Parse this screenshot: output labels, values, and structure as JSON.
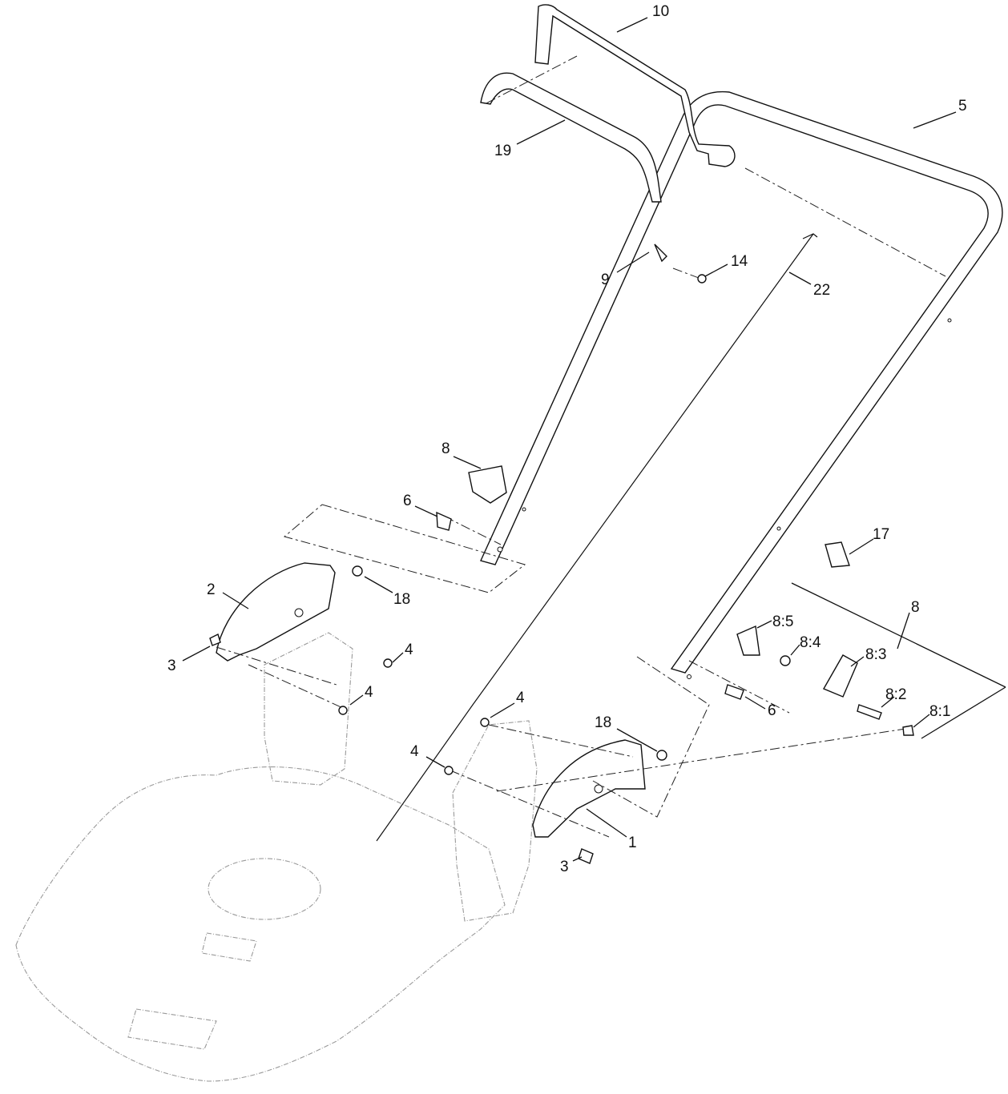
{
  "diagram": {
    "callouts": {
      "c10": "10",
      "c5": "5",
      "c19": "19",
      "c9": "9",
      "c14": "14",
      "c22": "22",
      "c8a": "8",
      "c6a": "6",
      "c2": "2",
      "c18a": "18",
      "c3a": "3",
      "c4a": "4",
      "c4b": "4",
      "c17": "17",
      "c8b": "8",
      "c8_5": "8:5",
      "c8_4": "8:4",
      "c8_3": "8:3",
      "c8_2": "8:2",
      "c8_1": "8:1",
      "c6b": "6",
      "c4c": "4",
      "c4d": "4",
      "c18b": "18",
      "c1": "1",
      "c3b": "3"
    }
  }
}
